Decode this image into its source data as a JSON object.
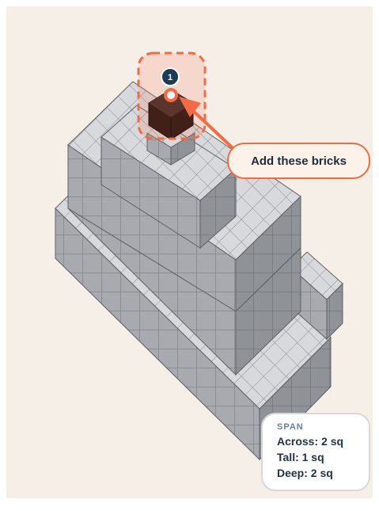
{
  "callout": {
    "text": "Add these bricks"
  },
  "step_badge": {
    "number": "1"
  },
  "span_panel": {
    "title": "SPAN",
    "rows": [
      "Across: 2 sq",
      "Tall: 1 sq",
      "Deep: 2 sq"
    ]
  },
  "colors": {
    "background": "#f6efe8",
    "brick_top": "#d9dadd",
    "brick_left": "#a9abb0",
    "brick_right": "#8d9096",
    "new_brick": "#1b1110",
    "highlight": "#f26b47",
    "badge": "#1f3a56"
  },
  "icons": {
    "pointer": "arrow-icon",
    "target": "target-ring-icon"
  }
}
